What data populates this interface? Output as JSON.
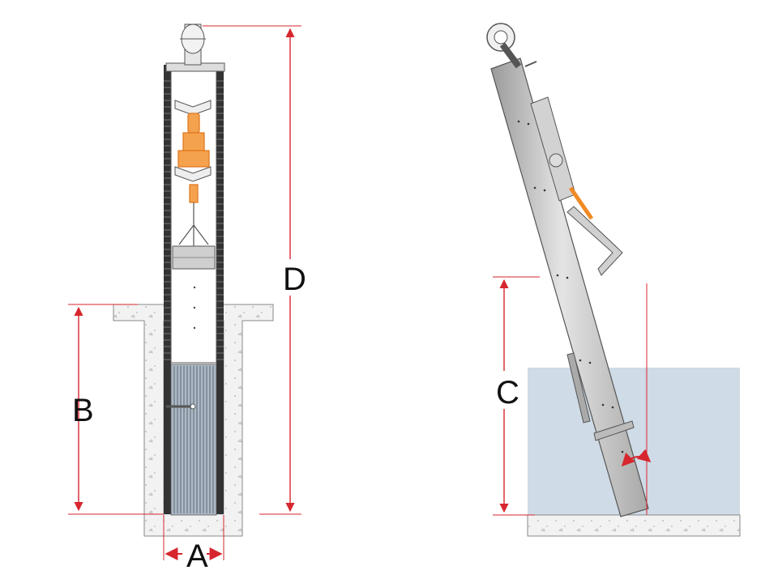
{
  "labels": {
    "a": "A",
    "b": "B",
    "c": "C",
    "d": "D"
  },
  "colors": {
    "dimension": "#d7262e",
    "water": "#cfdbe6",
    "concrete": "#f4f4f4",
    "steel": "#c9c9c9",
    "drive": "#f08a24",
    "outline": "#555555"
  },
  "icons": {
    "rotation": "rotation-arrow-icon"
  }
}
